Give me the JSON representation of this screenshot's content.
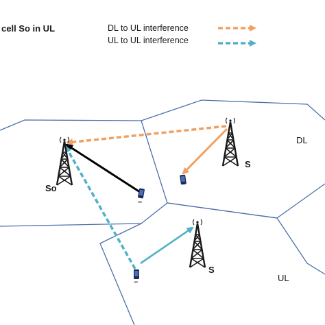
{
  "header": {
    "title": "cell So in UL",
    "legend": [
      {
        "label": "DL to UL interference",
        "color": "#f0a060"
      },
      {
        "label": "UL to UL interference",
        "color": "#4fb0c8"
      }
    ]
  },
  "cells": {
    "serving_cell": {
      "tower_label": "So"
    },
    "upper_right_cell": {
      "tower_label": "S",
      "mode_label": "DL"
    },
    "lower_cell": {
      "tower_label": "S",
      "mode_label": "UL"
    }
  },
  "devices": {
    "ue_serving": {
      "label": "UE"
    },
    "ue_lower": {
      "label": "UE"
    },
    "ue_upper_right": {
      "label": ""
    }
  },
  "colors": {
    "cell_border": "#4a6fa8",
    "serving_link": "#000000",
    "dl_link": "#f0a060",
    "ul_link": "#4fb0c8",
    "tower": "#1a1a1a",
    "phone": "#1a2a5a"
  }
}
